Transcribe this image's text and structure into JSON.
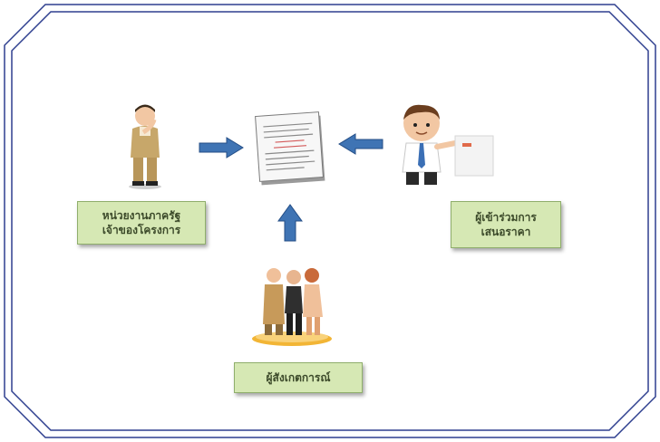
{
  "nodes": {
    "government": {
      "line1": "หน่วยงานภาครัฐ",
      "line2": "เจ้าของโครงการ"
    },
    "bidder": {
      "line1": "ผู้เข้าร่วมการ",
      "line2": "เสนอราคา"
    },
    "observer": {
      "line1": "ผู้สังเกตการณ์"
    }
  },
  "colors": {
    "frame": "#2e3f8f",
    "label_fill": "#d6e8b4",
    "label_border": "#8fae6b",
    "arrow": "#3f74b4"
  },
  "icons": {
    "left_figure": "government-official-icon",
    "right_figure": "businessman-icon",
    "center_document": "contract-document-icon",
    "bottom_figure": "observer-group-icon"
  }
}
